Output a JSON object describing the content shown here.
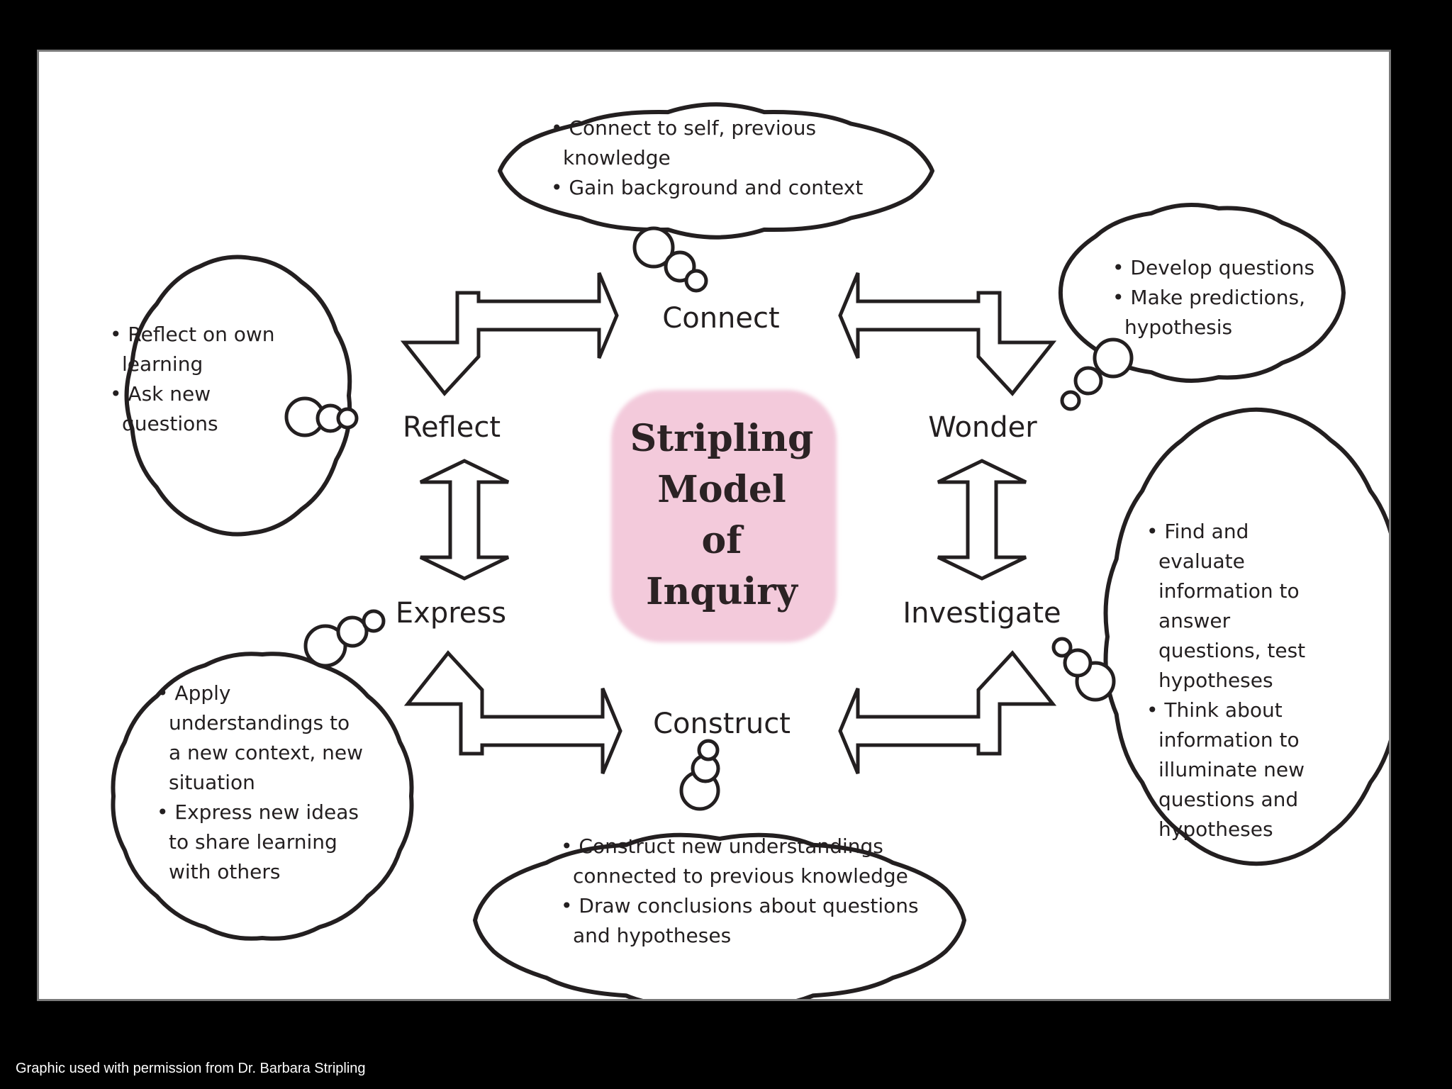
{
  "title_lines": [
    "Stripling",
    "Model",
    "of",
    "Inquiry"
  ],
  "stages": {
    "connect": "Connect",
    "wonder": "Wonder",
    "investigate": "Investigate",
    "construct": "Construct",
    "express": "Express",
    "reflect": "Reflect"
  },
  "bubbles": {
    "connect": [
      "• Connect to self, previous",
      "knowledge",
      "• Gain background and context"
    ],
    "wonder": [
      "• Develop questions",
      "• Make predictions,",
      "hypothesis"
    ],
    "investigate": [
      "• Find and",
      "evaluate",
      "information to",
      "answer",
      "questions, test",
      "hypotheses",
      "• Think about",
      "information to",
      "illuminate new",
      "questions and",
      "hypotheses"
    ],
    "construct": [
      "• Construct new understandings",
      "connected to previous knowledge",
      "• Draw conclusions about questions",
      "and hypotheses"
    ],
    "express": [
      "• Apply",
      "understandings to",
      "a new context, new",
      "situation",
      "• Express new ideas",
      "to share learning",
      "with others"
    ],
    "reflect": [
      "• Reflect on own",
      "learning",
      "• Ask new",
      "questions"
    ]
  },
  "caption": "Graphic used with permission from Dr. Barbara Stripling",
  "colors": {
    "title_box": "#f3cadb",
    "background": "#000000",
    "panel": "#ffffff",
    "ink": "#231f20"
  }
}
